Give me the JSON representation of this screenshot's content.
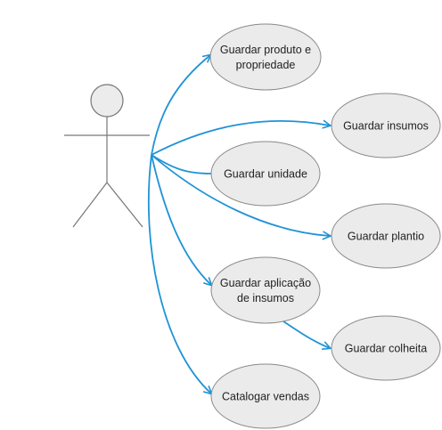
{
  "colors": {
    "arrow": "#1f93d6",
    "ellipse_fill": "#ebebeb",
    "ellipse_stroke": "#8a8a8a",
    "actor_stroke": "#777777",
    "actor_head_fill": "#ececec"
  },
  "use_cases": [
    {
      "id": "guardar-produto",
      "lines": [
        "Guardar produto e",
        "propriedade"
      ]
    },
    {
      "id": "guardar-insumos",
      "lines": [
        "Guardar insumos"
      ]
    },
    {
      "id": "guardar-unidade",
      "lines": [
        "Guardar unidade"
      ]
    },
    {
      "id": "guardar-plantio",
      "lines": [
        "Guardar plantio"
      ]
    },
    {
      "id": "guardar-aplicacao",
      "lines": [
        "Guardar aplicação",
        "de insumos"
      ]
    },
    {
      "id": "guardar-colheita",
      "lines": [
        "Guardar colheita"
      ]
    },
    {
      "id": "catalogar-vendas",
      "lines": [
        "Catalogar vendas"
      ]
    }
  ],
  "connections": [
    {
      "from": "actor",
      "to": "guardar-produto",
      "arrow": true
    },
    {
      "from": "actor",
      "to": "guardar-insumos",
      "arrow": true
    },
    {
      "from": "actor",
      "to": "guardar-unidade",
      "arrow": false
    },
    {
      "from": "actor",
      "to": "guardar-plantio",
      "arrow": true
    },
    {
      "from": "actor",
      "to": "guardar-aplicacao",
      "arrow": true
    },
    {
      "from": "actor",
      "to": "catalogar-vendas",
      "arrow": true
    },
    {
      "from": "guardar-aplicacao",
      "to": "guardar-colheita",
      "arrow": true
    }
  ]
}
